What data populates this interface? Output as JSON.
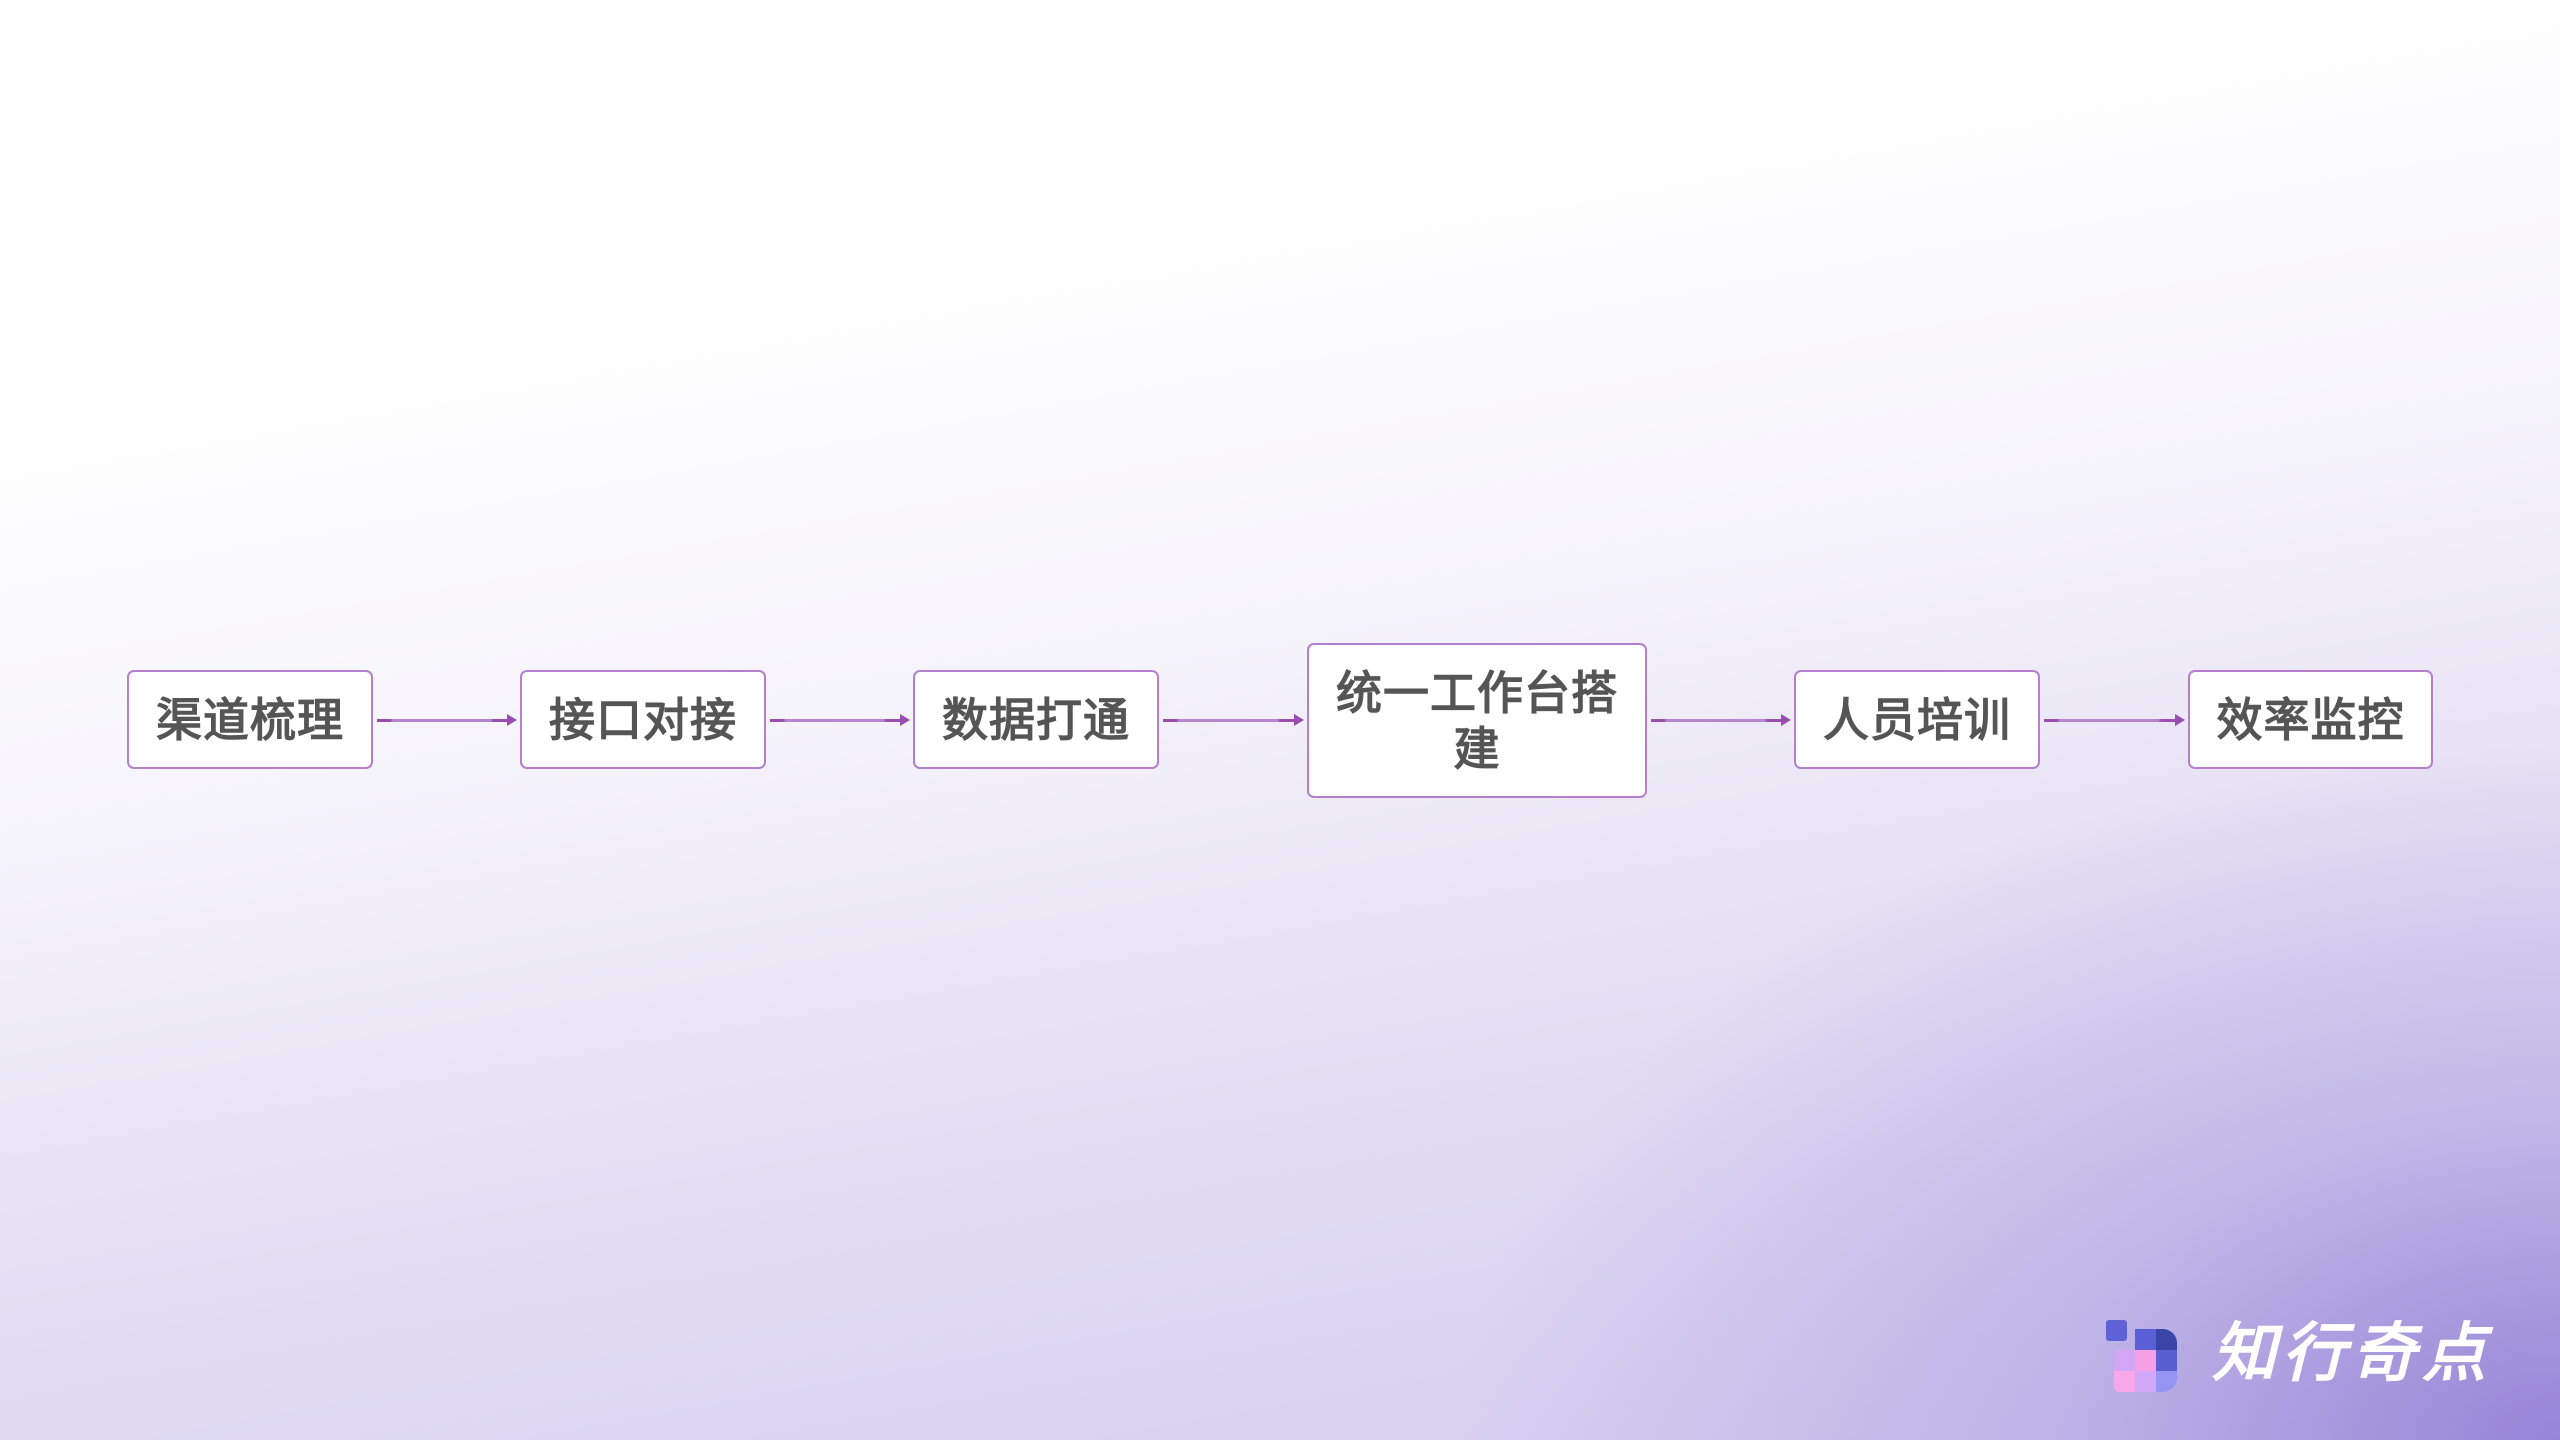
{
  "diagram": {
    "type": "flowchart",
    "direction": "left-to-right",
    "nodes": [
      {
        "id": "n1",
        "label": "渠道梳理"
      },
      {
        "id": "n2",
        "label": "接口对接"
      },
      {
        "id": "n3",
        "label": "数据打通"
      },
      {
        "id": "n4",
        "label": "统一工作台搭建"
      },
      {
        "id": "n5",
        "label": "人员培训"
      },
      {
        "id": "n6",
        "label": "效率监控"
      }
    ],
    "edges": [
      {
        "from": "n1",
        "to": "n2"
      },
      {
        "from": "n2",
        "to": "n3"
      },
      {
        "from": "n3",
        "to": "n4"
      },
      {
        "from": "n4",
        "to": "n5"
      },
      {
        "from": "n5",
        "to": "n6"
      }
    ]
  },
  "brand": {
    "name": "知行奇点",
    "icon": "pixel-grid-logo-icon"
  },
  "colors": {
    "node_border": "#b57fcd",
    "node_text": "#555555",
    "arrow": "#9a4fb0",
    "bg_bottom_right": "#9587d4"
  }
}
